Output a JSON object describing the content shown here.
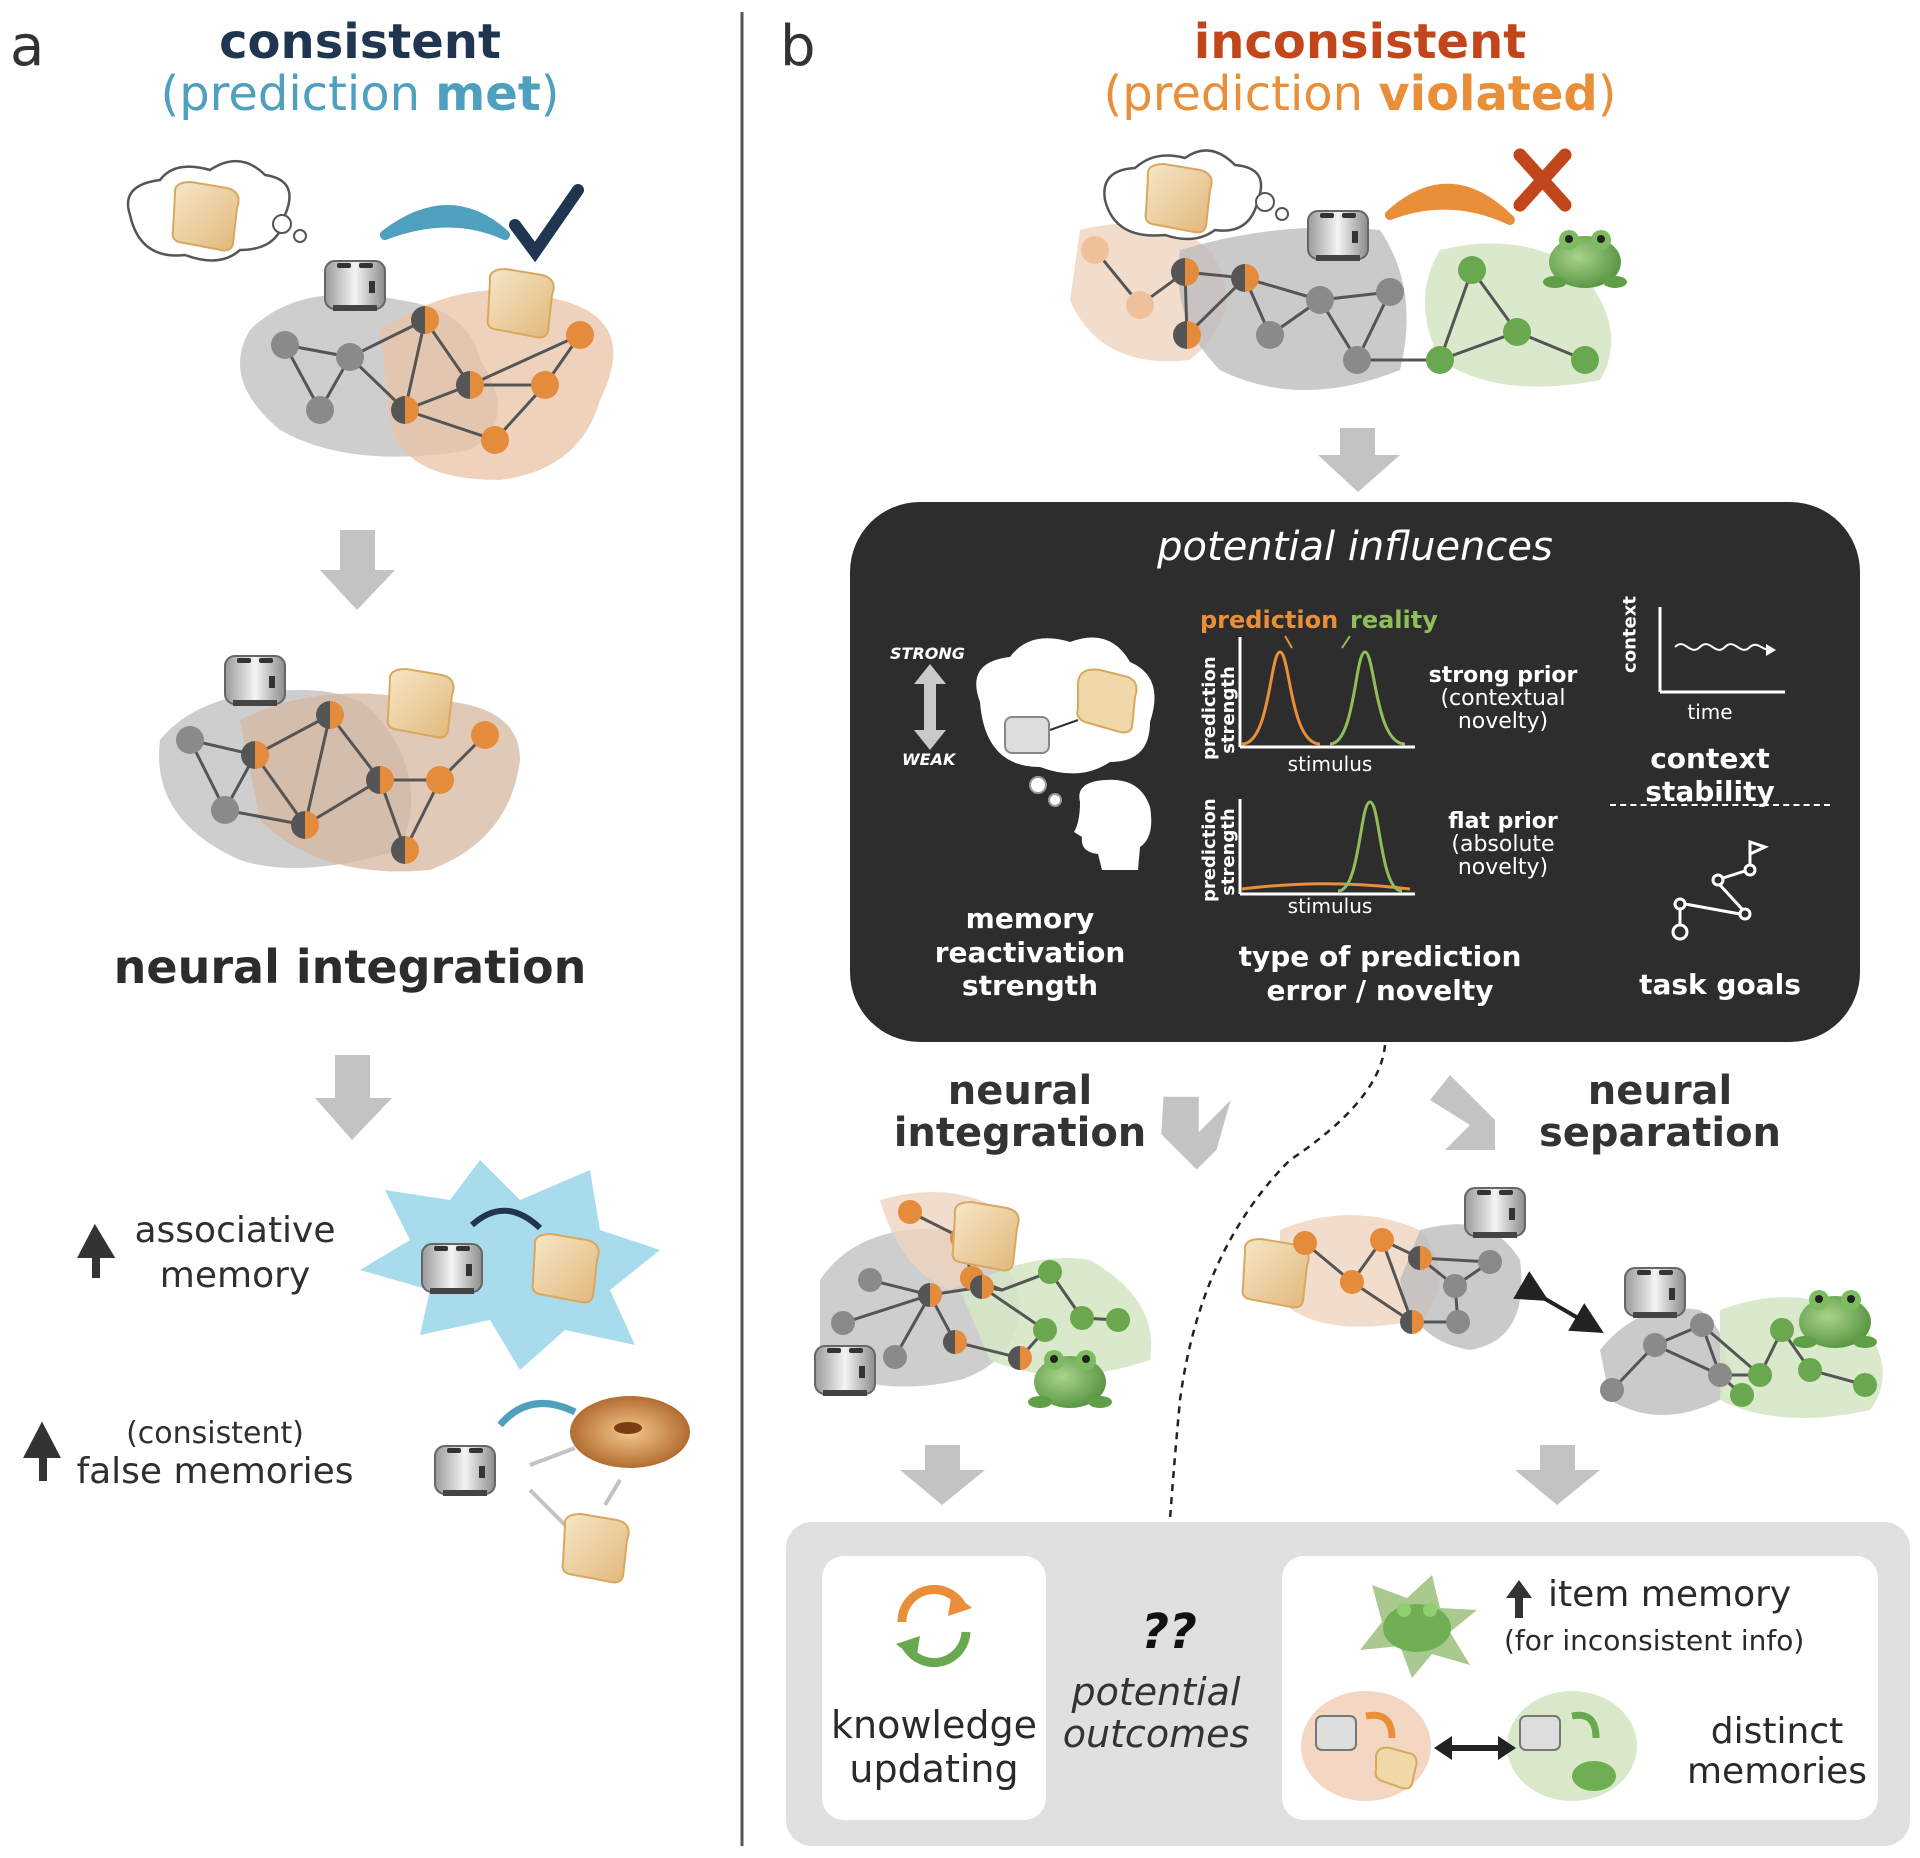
{
  "panel_a": {
    "letter": "a",
    "title": "consistent",
    "subtitle_prefix": "(prediction ",
    "subtitle_bold": "met",
    "subtitle_suffix": ")",
    "integration_label": "neural integration",
    "assoc_label_1": "associative",
    "assoc_label_2": "memory",
    "false_label_1": "(consistent)",
    "false_label_2": "false memories"
  },
  "panel_b": {
    "letter": "b",
    "title": "inconsistent",
    "subtitle_prefix": "(prediction ",
    "subtitle_bold": "violated",
    "subtitle_suffix": ")",
    "influences": {
      "title": "potential influences",
      "strong": "STRONG",
      "weak": "WEAK",
      "memory_label_1": "memory",
      "memory_label_2": "reactivation",
      "memory_label_3": "strength",
      "prediction_legend": "prediction",
      "reality_legend": "reality",
      "ylabel_1": "prediction",
      "ylabel_2": "strength",
      "xlabel": "stimulus",
      "strong_prior_1": "strong prior",
      "strong_prior_2": "(contextual",
      "strong_prior_3": "novelty)",
      "flat_prior_1": "flat prior",
      "flat_prior_2": "(absolute",
      "flat_prior_3": "novelty)",
      "pe_label_1": "type of prediction",
      "pe_label_2": "error / novelty",
      "context_ylabel": "context",
      "context_xlabel": "time",
      "context_label": "context stability",
      "task_label": "task goals"
    },
    "integration_label_1": "neural",
    "integration_label_2": "integration",
    "separation_label_1": "neural",
    "separation_label_2": "separation",
    "outcomes": {
      "knowledge_1": "knowledge",
      "knowledge_2": "updating",
      "question": "??",
      "potential_1": "potential",
      "potential_2": "outcomes",
      "item_memory": "item memory",
      "item_memory_sub": "(for inconsistent info)",
      "distinct_1": "distinct",
      "distinct_2": "memories"
    }
  },
  "colors": {
    "consistent_dark": "#1f3550",
    "consistent_blue": "#4fa0bf",
    "inconsistent_red": "#c2461b",
    "inconsistent_orange": "#e98f3a",
    "node_orange": "#e48b3c",
    "node_green": "#6aa84f",
    "node_grey": "#8a8a8a",
    "arrow_grey": "#c3c3c3"
  }
}
